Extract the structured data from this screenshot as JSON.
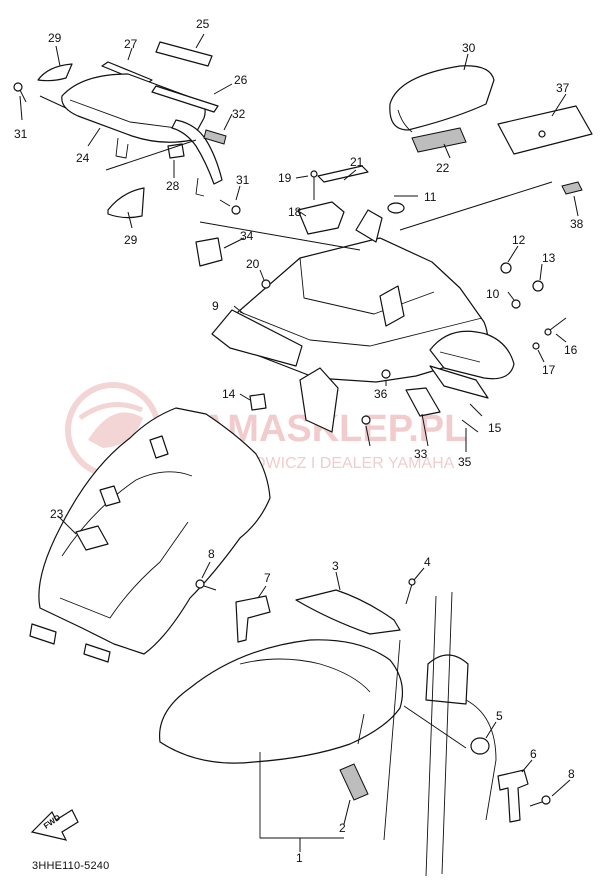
{
  "document_code": "3HHE110-5240",
  "fwd_label": "FWD",
  "watermark": {
    "brand": "YAMASKLEP.PL",
    "subtitle": "WOJ CHOWICZ I DEALER YAMAHA",
    "color": "#e8a3a3"
  },
  "callouts": [
    {
      "id": "c1",
      "label": "1"
    },
    {
      "id": "c2",
      "label": "2"
    },
    {
      "id": "c3",
      "label": "3"
    },
    {
      "id": "c4",
      "label": "4"
    },
    {
      "id": "c5",
      "label": "5"
    },
    {
      "id": "c6",
      "label": "6"
    },
    {
      "id": "c7",
      "label": "7"
    },
    {
      "id": "c8a",
      "label": "8"
    },
    {
      "id": "c8b",
      "label": "8"
    },
    {
      "id": "c9",
      "label": "9"
    },
    {
      "id": "c10",
      "label": "10"
    },
    {
      "id": "c11",
      "label": "11"
    },
    {
      "id": "c12",
      "label": "12"
    },
    {
      "id": "c13",
      "label": "13"
    },
    {
      "id": "c14",
      "label": "14"
    },
    {
      "id": "c15",
      "label": "15"
    },
    {
      "id": "c16",
      "label": "16"
    },
    {
      "id": "c17",
      "label": "17"
    },
    {
      "id": "c18",
      "label": "18"
    },
    {
      "id": "c19",
      "label": "19"
    },
    {
      "id": "c20",
      "label": "20"
    },
    {
      "id": "c21",
      "label": "21"
    },
    {
      "id": "c22",
      "label": "22"
    },
    {
      "id": "c23",
      "label": "23"
    },
    {
      "id": "c24",
      "label": "24"
    },
    {
      "id": "c25",
      "label": "25"
    },
    {
      "id": "c26",
      "label": "26"
    },
    {
      "id": "c27",
      "label": "27"
    },
    {
      "id": "c28",
      "label": "28"
    },
    {
      "id": "c29a",
      "label": "29"
    },
    {
      "id": "c29b",
      "label": "29"
    },
    {
      "id": "c30",
      "label": "30"
    },
    {
      "id": "c31a",
      "label": "31"
    },
    {
      "id": "c31b",
      "label": "31"
    },
    {
      "id": "c32",
      "label": "32"
    },
    {
      "id": "c33",
      "label": "33"
    },
    {
      "id": "c34",
      "label": "34"
    },
    {
      "id": "c35",
      "label": "35"
    },
    {
      "id": "c36",
      "label": "36"
    },
    {
      "id": "c37",
      "label": "37"
    },
    {
      "id": "c38",
      "label": "38"
    }
  ]
}
